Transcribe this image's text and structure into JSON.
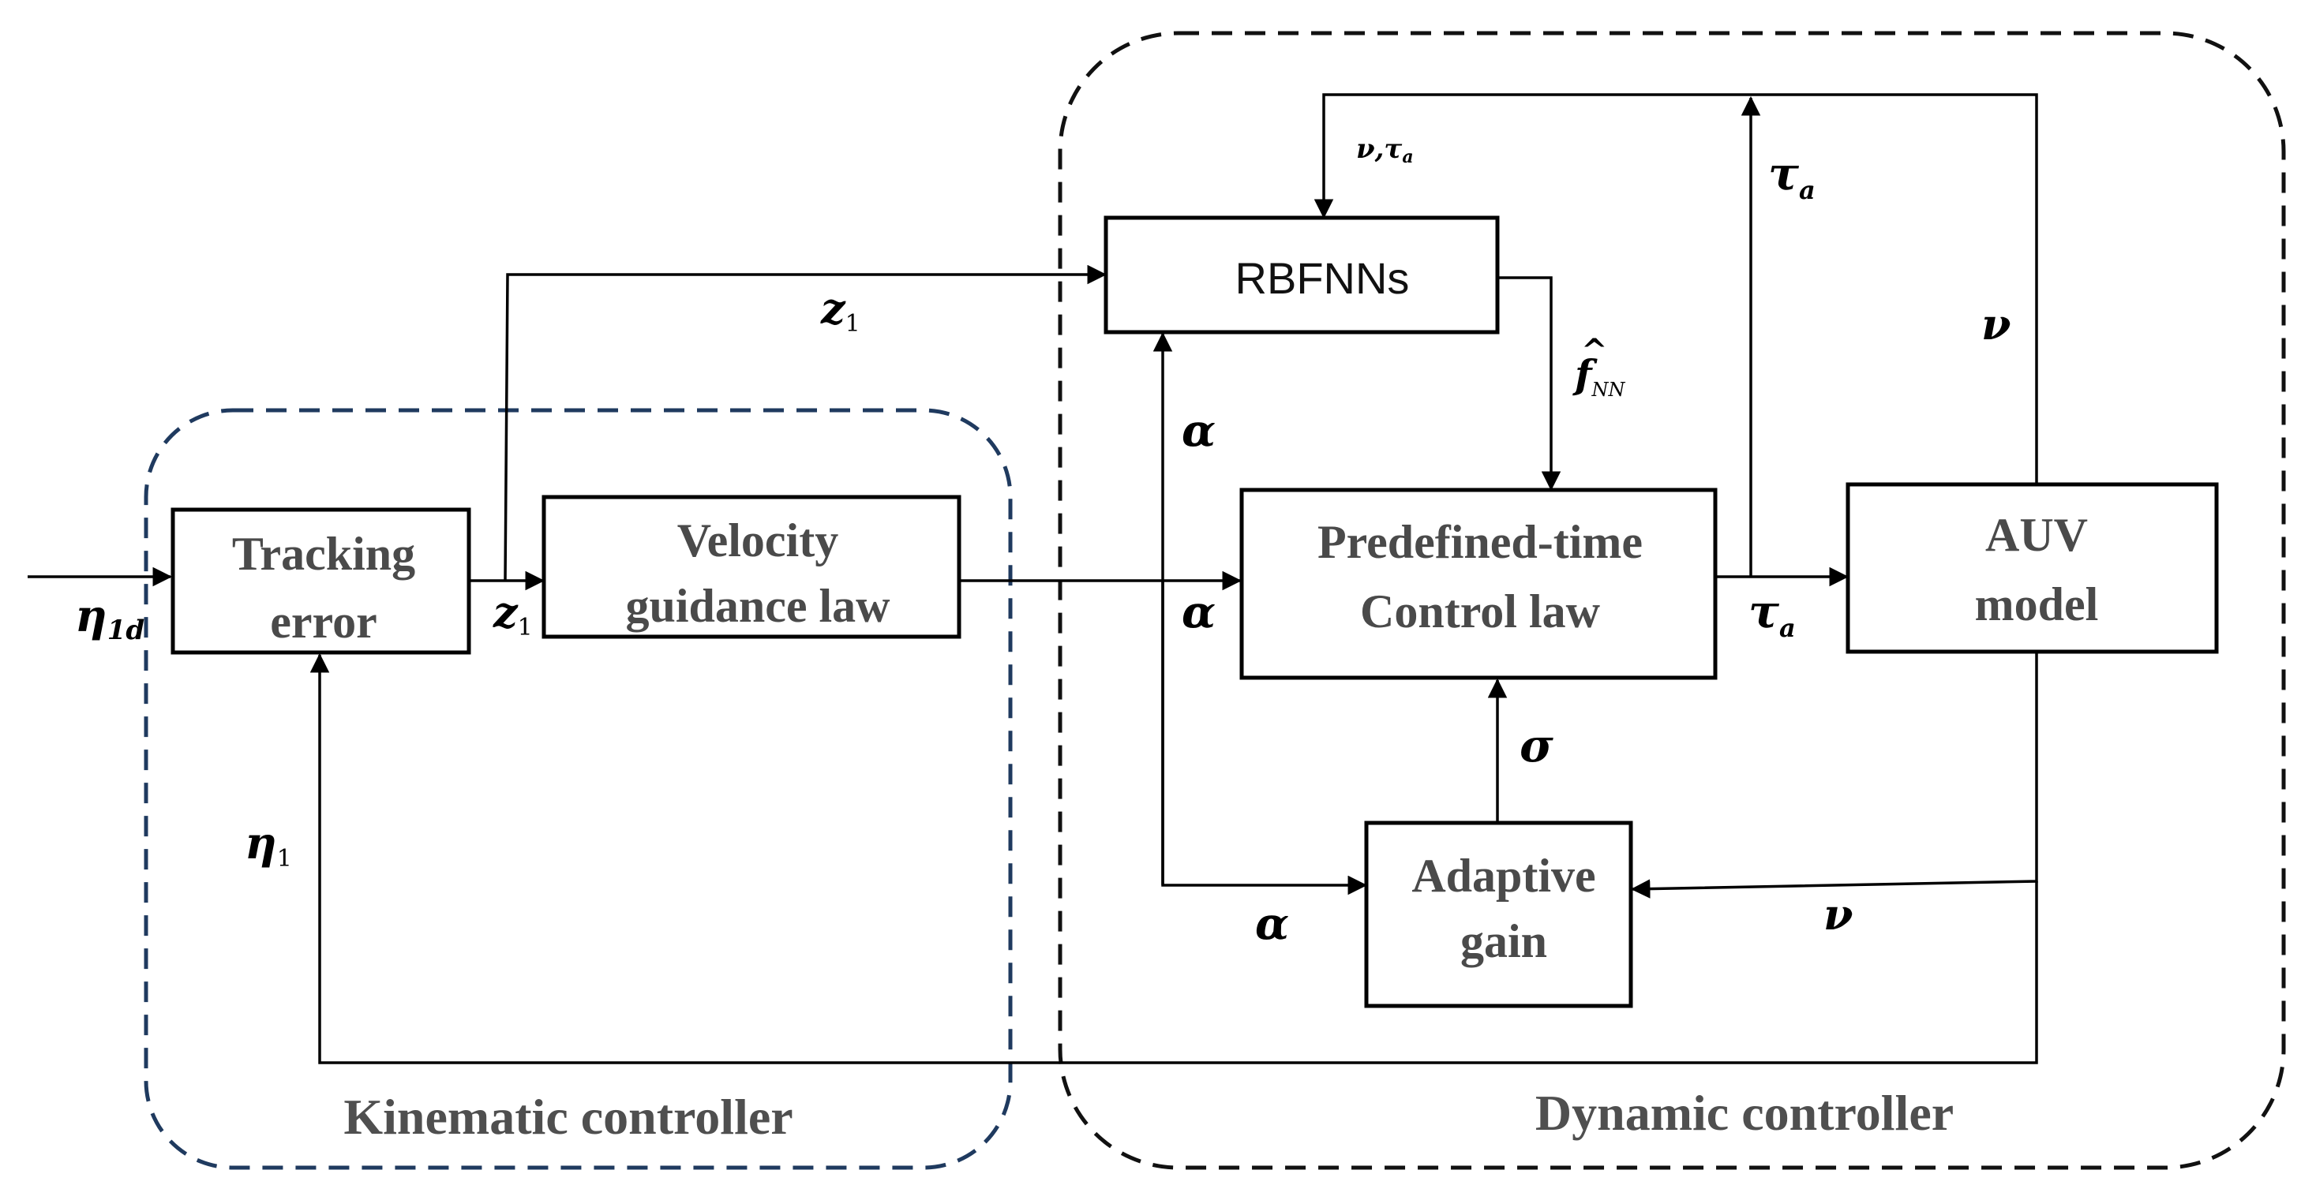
{
  "groups": {
    "kinematic": {
      "label": "Kinematic controller",
      "border_color": "#1f3a5f"
    },
    "dynamic": {
      "label": "Dynamic controller",
      "border_color": "#111111"
    }
  },
  "blocks": {
    "tracking_error": {
      "line1": "Tracking",
      "line2": "error"
    },
    "velocity_guidance": {
      "line1": "Velocity",
      "line2": "guidance law"
    },
    "rbfnns": {
      "label": "RBFNNs"
    },
    "control_law": {
      "line1": "Predefined-time",
      "line2": "Control law"
    },
    "auv_model": {
      "line1": "AUV",
      "line2": "model"
    },
    "adaptive_gain": {
      "line1": "Adaptive",
      "line2": "gain"
    }
  },
  "signals": {
    "eta_1d": {
      "main": "η",
      "sub": "1d"
    },
    "eta_1": {
      "main": "η",
      "sub": "1"
    },
    "z1_top": {
      "main": "z",
      "sub": "1"
    },
    "z1_mid": {
      "main": "z",
      "sub": "1"
    },
    "nu_tau_small": {
      "main": "ν,τ",
      "sub": "a"
    },
    "tau_top": {
      "main": "τ",
      "sub": "a"
    },
    "nu_right": "ν",
    "f_nn": {
      "main": "f",
      "sub": "NN",
      "hat": "^"
    },
    "alpha_upper": "α",
    "alpha_mid": "α",
    "alpha_lower": "α",
    "tau_mid": {
      "main": "τ",
      "sub": "a"
    },
    "sigma": "σ",
    "nu_lower": "ν"
  }
}
